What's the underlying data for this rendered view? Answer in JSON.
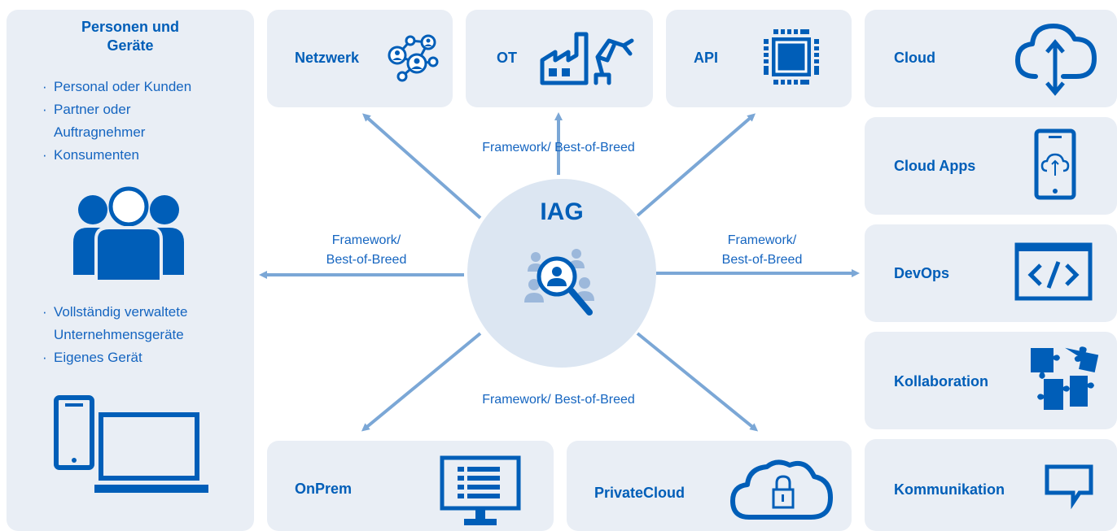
{
  "left_panel": {
    "title_line1": "Personen und",
    "title_line2": "Geräte",
    "people_bullets": [
      "Personal oder Kunden",
      "Partner oder",
      "Auftragnehmer",
      "Konsumenten"
    ],
    "device_bullets": [
      "Vollständig verwaltete",
      "Unternehmensgeräte",
      "Eigenes Gerät"
    ],
    "people_icon": "group-people-icon",
    "devices_icon": "phone-laptop-icon"
  },
  "top_nodes": [
    {
      "label": "Netzwerk",
      "icon": "network-icon"
    },
    {
      "label": "OT",
      "icon": "factory-robot-arm-icon"
    },
    {
      "label": "API",
      "icon": "chip-icon"
    }
  ],
  "bottom_nodes": [
    {
      "label": "OnPrem",
      "icon": "monitor-list-icon"
    },
    {
      "label": "PrivateCloud",
      "icon": "cloud-lock-icon"
    }
  ],
  "right_nodes": [
    {
      "label": "Cloud",
      "icon": "cloud-upload-icon"
    },
    {
      "label": "Cloud Apps",
      "icon": "phone-cloud-icon"
    },
    {
      "label": "DevOps",
      "icon": "code-window-icon"
    },
    {
      "label": "Kollaboration",
      "icon": "puzzle-icon"
    },
    {
      "label": "Kommunikation",
      "icon": "chat-bubble-icon"
    }
  ],
  "center": {
    "title": "IAG",
    "icon": "identity-search-icon"
  },
  "connectors": {
    "top": "Framework/ Best-of-Breed",
    "left_line1": "Framework/",
    "left_line2": "Best-of-Breed",
    "right_line1": "Framework/",
    "right_line2": "Best-of-Breed",
    "bottom": "Framework/ Best-of-Breed"
  },
  "colors": {
    "primary": "#005EB8",
    "panel": "#E9EEF5",
    "arrow": "#7BA7D6",
    "circle": "#DCE6F2"
  }
}
